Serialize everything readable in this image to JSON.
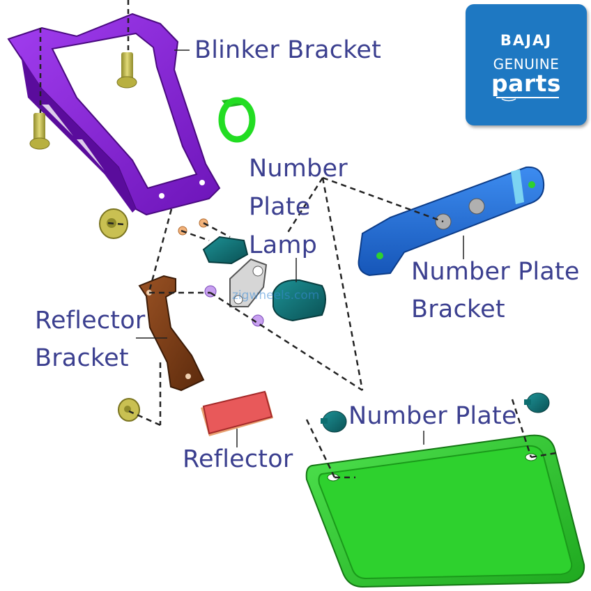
{
  "labels": {
    "blinker_bracket": "Blinker Bracket",
    "number_plate_lamp": [
      "Number",
      "Plate",
      "Lamp"
    ],
    "number_plate_bracket": [
      "Number Plate",
      "Bracket"
    ],
    "reflector_bracket": [
      "Reflector",
      "Bracket"
    ],
    "number_plate": "Number Plate",
    "reflector": "Reflector"
  },
  "logo": {
    "brand": "BAJAJ",
    "line2": "GENUINE",
    "line3": "parts"
  },
  "watermark": "zigwheels.com",
  "colors": {
    "label_text": "#3b3f8f",
    "logo_background": "#1e78c2",
    "blinker_bracket": "#8a1fd6",
    "number_plate_bracket": "#1f6fd8",
    "number_plate": "#2ed12e",
    "reflector_bracket": "#7a3a12",
    "reflector": "#e8595a",
    "lamp": "#0f6d70",
    "clip": "#22dd22",
    "bolt": "#c9c052"
  }
}
